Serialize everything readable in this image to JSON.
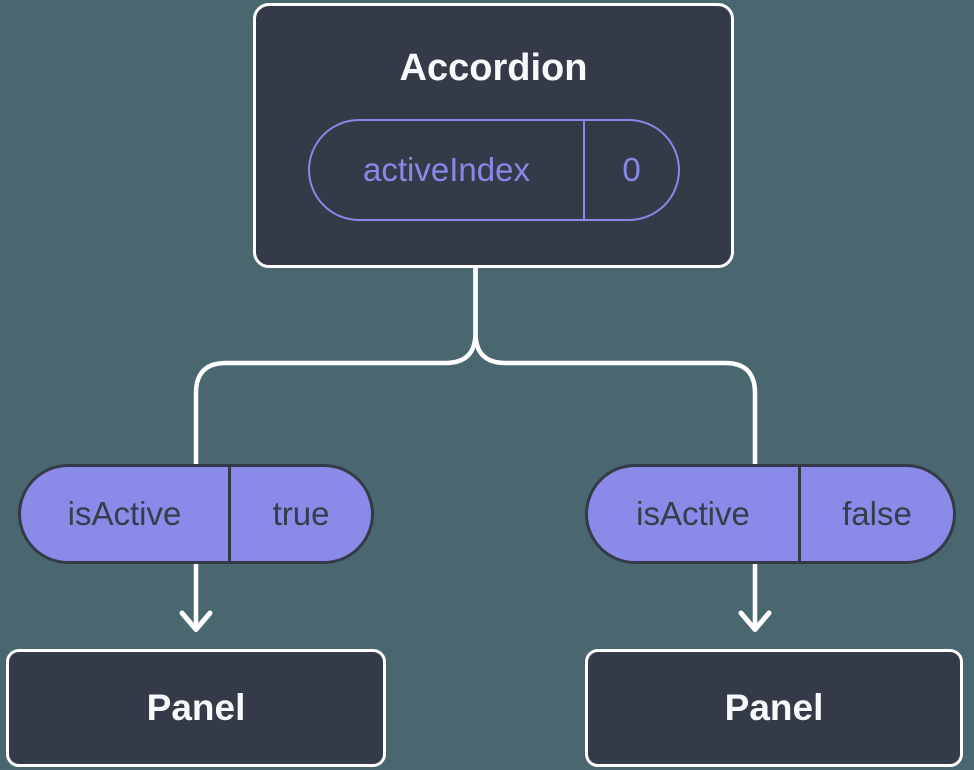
{
  "colors": {
    "background": "#4A6770",
    "node_fill": "#343A48",
    "node_border": "#FFFFFF",
    "pill_fill": "#8A8BE8",
    "pill_outline": "#8789E8",
    "pill_dark_text": "#363D4B",
    "connector": "#FFFFFF",
    "title_text": "#F7F9FB"
  },
  "tree": {
    "root": {
      "title": "Accordion",
      "prop": {
        "label": "activeIndex",
        "value": "0"
      }
    },
    "children": [
      {
        "title": "Panel",
        "prop": {
          "label": "isActive",
          "value": "true"
        }
      },
      {
        "title": "Panel",
        "prop": {
          "label": "isActive",
          "value": "false"
        }
      }
    ]
  }
}
